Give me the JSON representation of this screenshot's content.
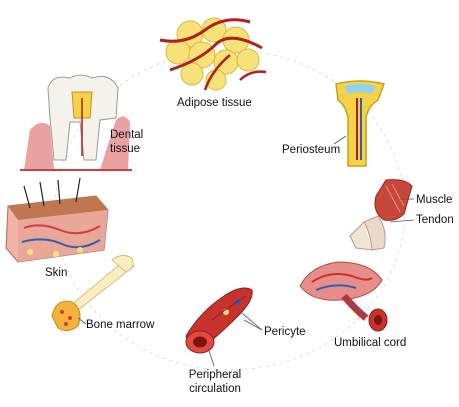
{
  "labels": {
    "adipose": "Adipose tissue",
    "periosteum": "Periosteum",
    "dental_line1": "Dental",
    "dental_line2": "tissue",
    "muscle": "Muscle",
    "tendon": "Tendon",
    "skin": "Skin",
    "bone_marrow": "Bone marrow",
    "pericyte": "Pericyte",
    "umbilical_cord": "Umbilical cord",
    "peripheral_line1": "Peripheral",
    "peripheral_line2": "circulation"
  },
  "colors": {
    "adipocyte": "#f7e27a",
    "vessel_red": "#b0201c",
    "vessel_blue": "#2f5fb0",
    "bone": "#f4d24a",
    "skin_pink": "#f0b3a6",
    "muscle": "#c9463a",
    "cord_red": "#c8322c",
    "circle_dash": "#d0d0d0"
  }
}
